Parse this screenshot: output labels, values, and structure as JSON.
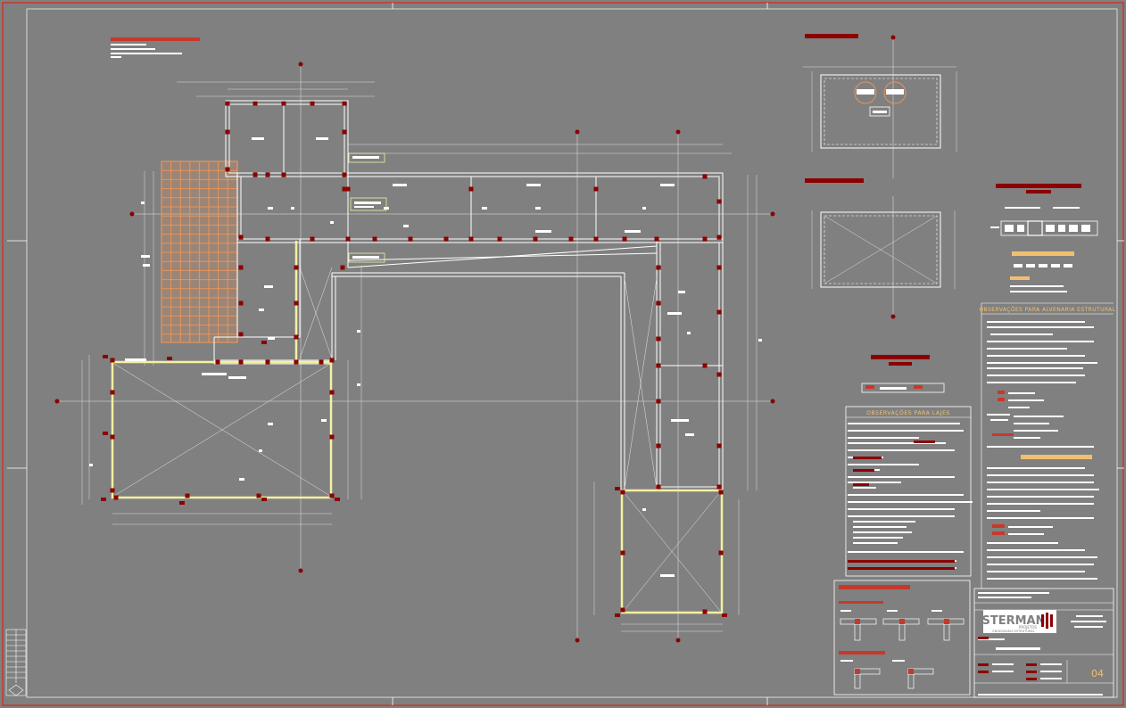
{
  "drawing": {
    "sheet_number": "04",
    "company": {
      "name": "STERMAN",
      "line1": "PROJETOS",
      "line2": "ENGENHARIA ESTRUTURAL"
    },
    "notes": {
      "slab_title": "OBSERVAÇÕES PARA LAJES",
      "masonry_title": "OBSERVAÇÕES PARA ALVENARIA ESTRUTURAL"
    }
  },
  "colors": {
    "background": "#808080",
    "frame": "#c8382a",
    "line": "#ffffff",
    "wall": "#f3f0a0",
    "accent": "#8b0000",
    "slab_grid": "#e8945a",
    "title_block_bar": "#f0c070"
  }
}
